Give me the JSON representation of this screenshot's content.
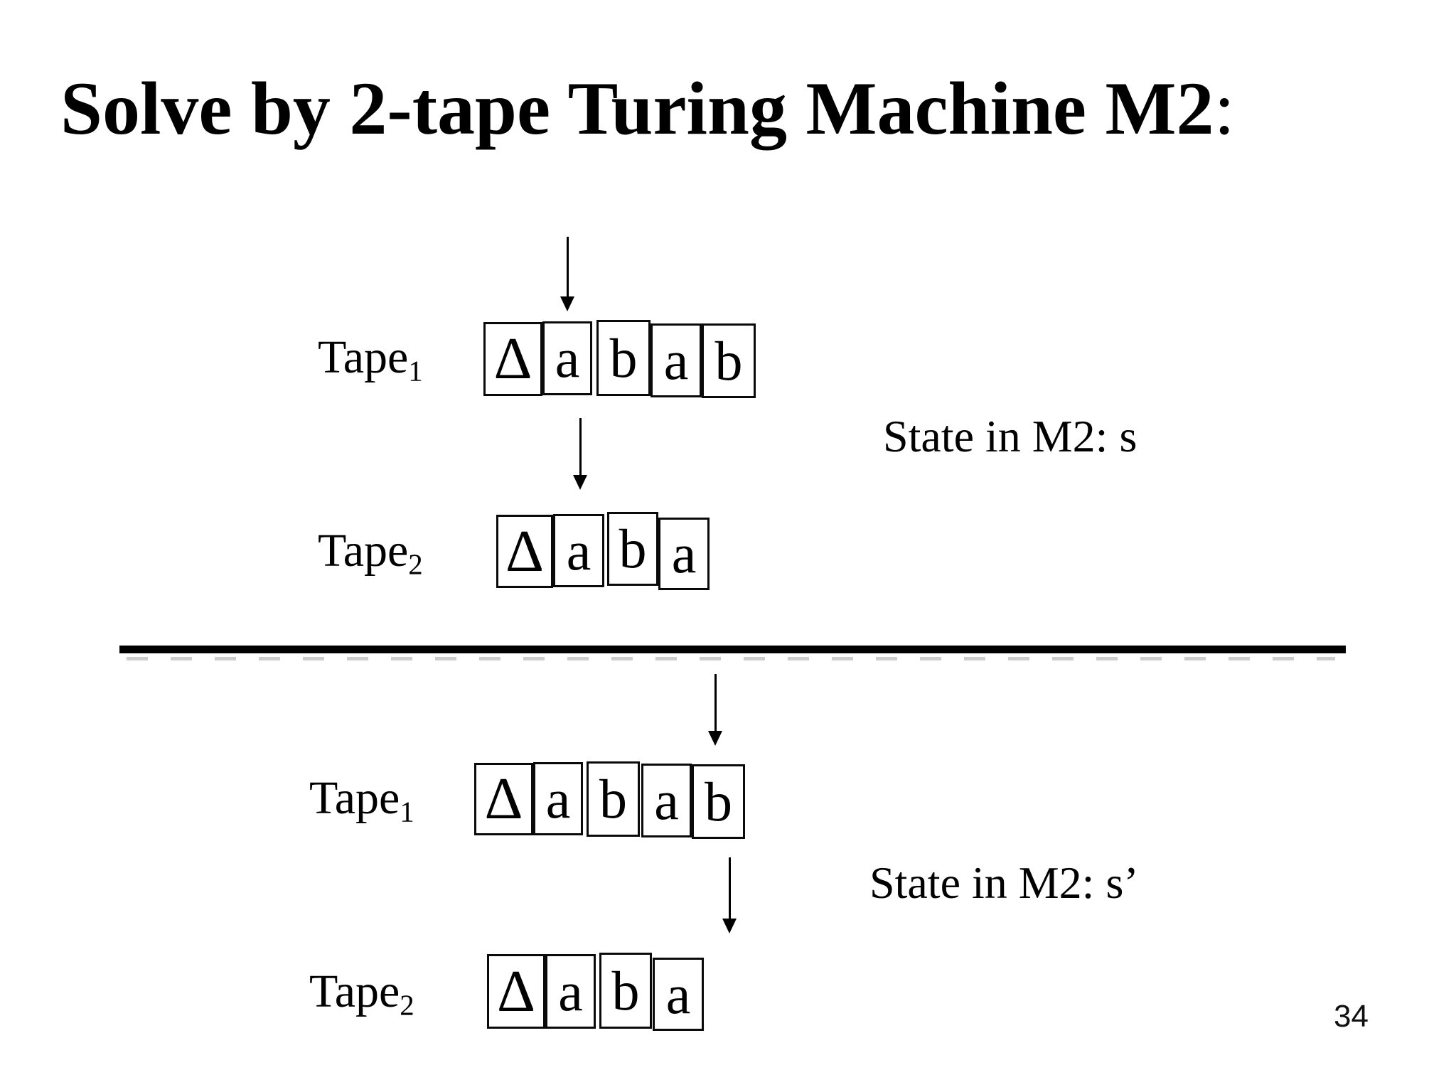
{
  "slide": {
    "title": "Solve by 2-tape Turing Machine M2",
    "title_colon": ":",
    "page_number": "34"
  },
  "top": {
    "state_label": "State in M2: s",
    "tape1": {
      "label": "Tape",
      "label_sub": "1",
      "cells": [
        "Δ",
        "a",
        "b",
        "a",
        "b"
      ],
      "head_cell_index": 1
    },
    "tape2": {
      "label": "Tape",
      "label_sub": "2",
      "cells": [
        "Δ",
        "a",
        "b",
        "a"
      ],
      "head_cell_index": 1
    }
  },
  "bottom": {
    "state_label": "State in M2: s’",
    "tape1": {
      "label": "Tape",
      "label_sub": "1",
      "cells": [
        "Δ",
        "a",
        "b",
        "a",
        "b"
      ],
      "head_cell_index": 4
    },
    "tape2": {
      "label": "Tape",
      "label_sub": "2",
      "cells": [
        "Δ",
        "a",
        "b",
        "a"
      ],
      "head_cell_index": 4
    }
  }
}
